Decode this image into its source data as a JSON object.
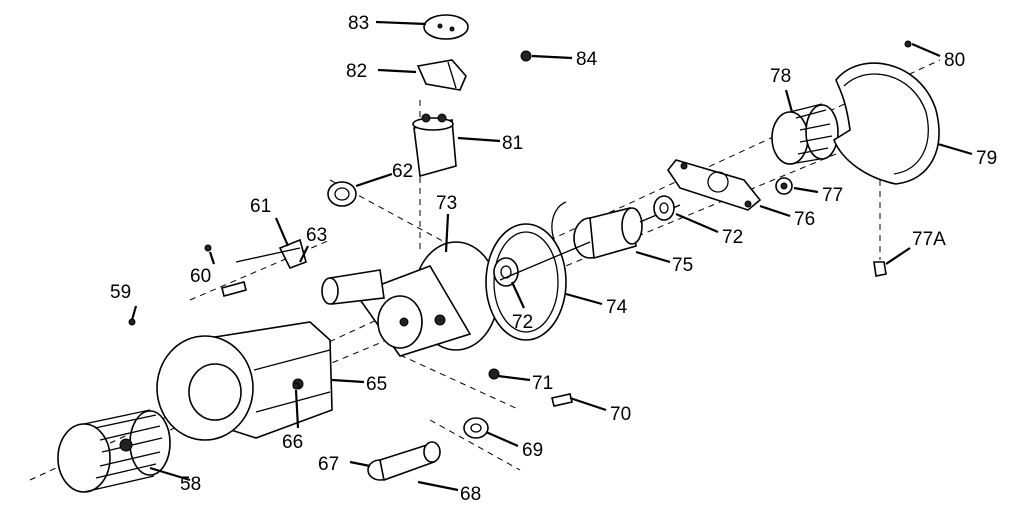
{
  "callouts": {
    "c58": "58",
    "c59": "59",
    "c60": "60",
    "c61": "61",
    "c62": "62",
    "c63": "63",
    "c65": "65",
    "c66": "66",
    "c67": "67",
    "c68": "68",
    "c69": "69",
    "c70": "70",
    "c71": "71",
    "c72a": "72",
    "c72b": "72",
    "c73": "73",
    "c74": "74",
    "c75": "75",
    "c76": "76",
    "c77": "77",
    "c77a": "77A",
    "c78": "78",
    "c79": "79",
    "c80": "80",
    "c81": "81",
    "c82": "82",
    "c83": "83",
    "c84": "84"
  }
}
